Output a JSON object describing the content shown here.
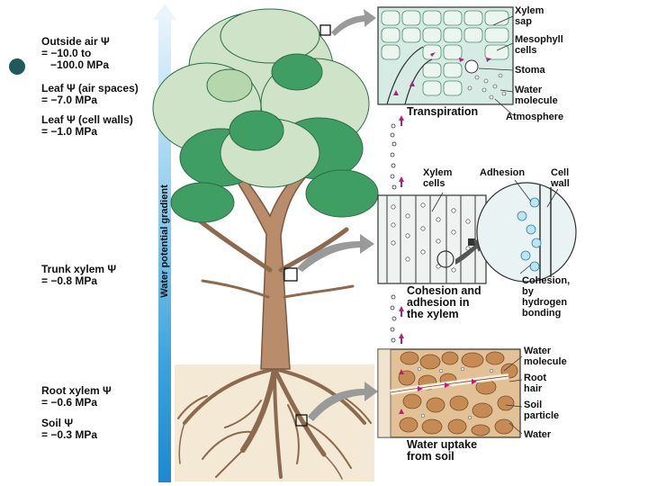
{
  "left_labels": {
    "outside_air_title": "Outside air Ψ",
    "outside_air_value": "= −10.0 to\n   −100.0 MPa",
    "leaf_air_title": "Leaf Ψ (air spaces)",
    "leaf_air_value": "= −7.0 MPa",
    "leaf_wall_title": "Leaf Ψ (cell walls)",
    "leaf_wall_value": "= −1.0 MPa",
    "trunk_title": "Trunk xylem Ψ",
    "trunk_value": "= −0.8 MPa",
    "root_title": "Root xylem Ψ",
    "root_value": "= −0.6 MPa",
    "soil_title": "Soil Ψ",
    "soil_value": "= −0.3 MPa"
  },
  "gradient_label": "Water potential gradient",
  "top_panel": {
    "caption": "Transpiration",
    "labels": {
      "xylem_sap": "Xylem\nsap",
      "mesophyll": "Mesophyll\ncells",
      "stoma": "Stoma",
      "water_molecule": "Water\nmolecule",
      "atmosphere": "Atmosphere"
    }
  },
  "middle_panel": {
    "caption": "Cohesion and\nadhesion in\nthe xylem",
    "labels": {
      "xylem_cells": "Xylem\ncells",
      "adhesion": "Adhesion",
      "cell_wall": "Cell\nwall",
      "cohesion": "Cohesion,\nby\nhydrogen\nbonding"
    }
  },
  "bottom_panel": {
    "caption": "Water uptake\nfrom soil",
    "labels": {
      "water_molecule": "Water\nmolecule",
      "root_hair": "Root\nhair",
      "soil_particle": "Soil\nparticle",
      "water": "Water"
    }
  },
  "colors": {
    "foliage_light": "#cfe3c9",
    "foliage_dark": "#3e9e63",
    "trunk": "#b98d6c",
    "gradient": "#1e88cf",
    "arrow": "#c2187a",
    "soil": "#d7a66e"
  }
}
